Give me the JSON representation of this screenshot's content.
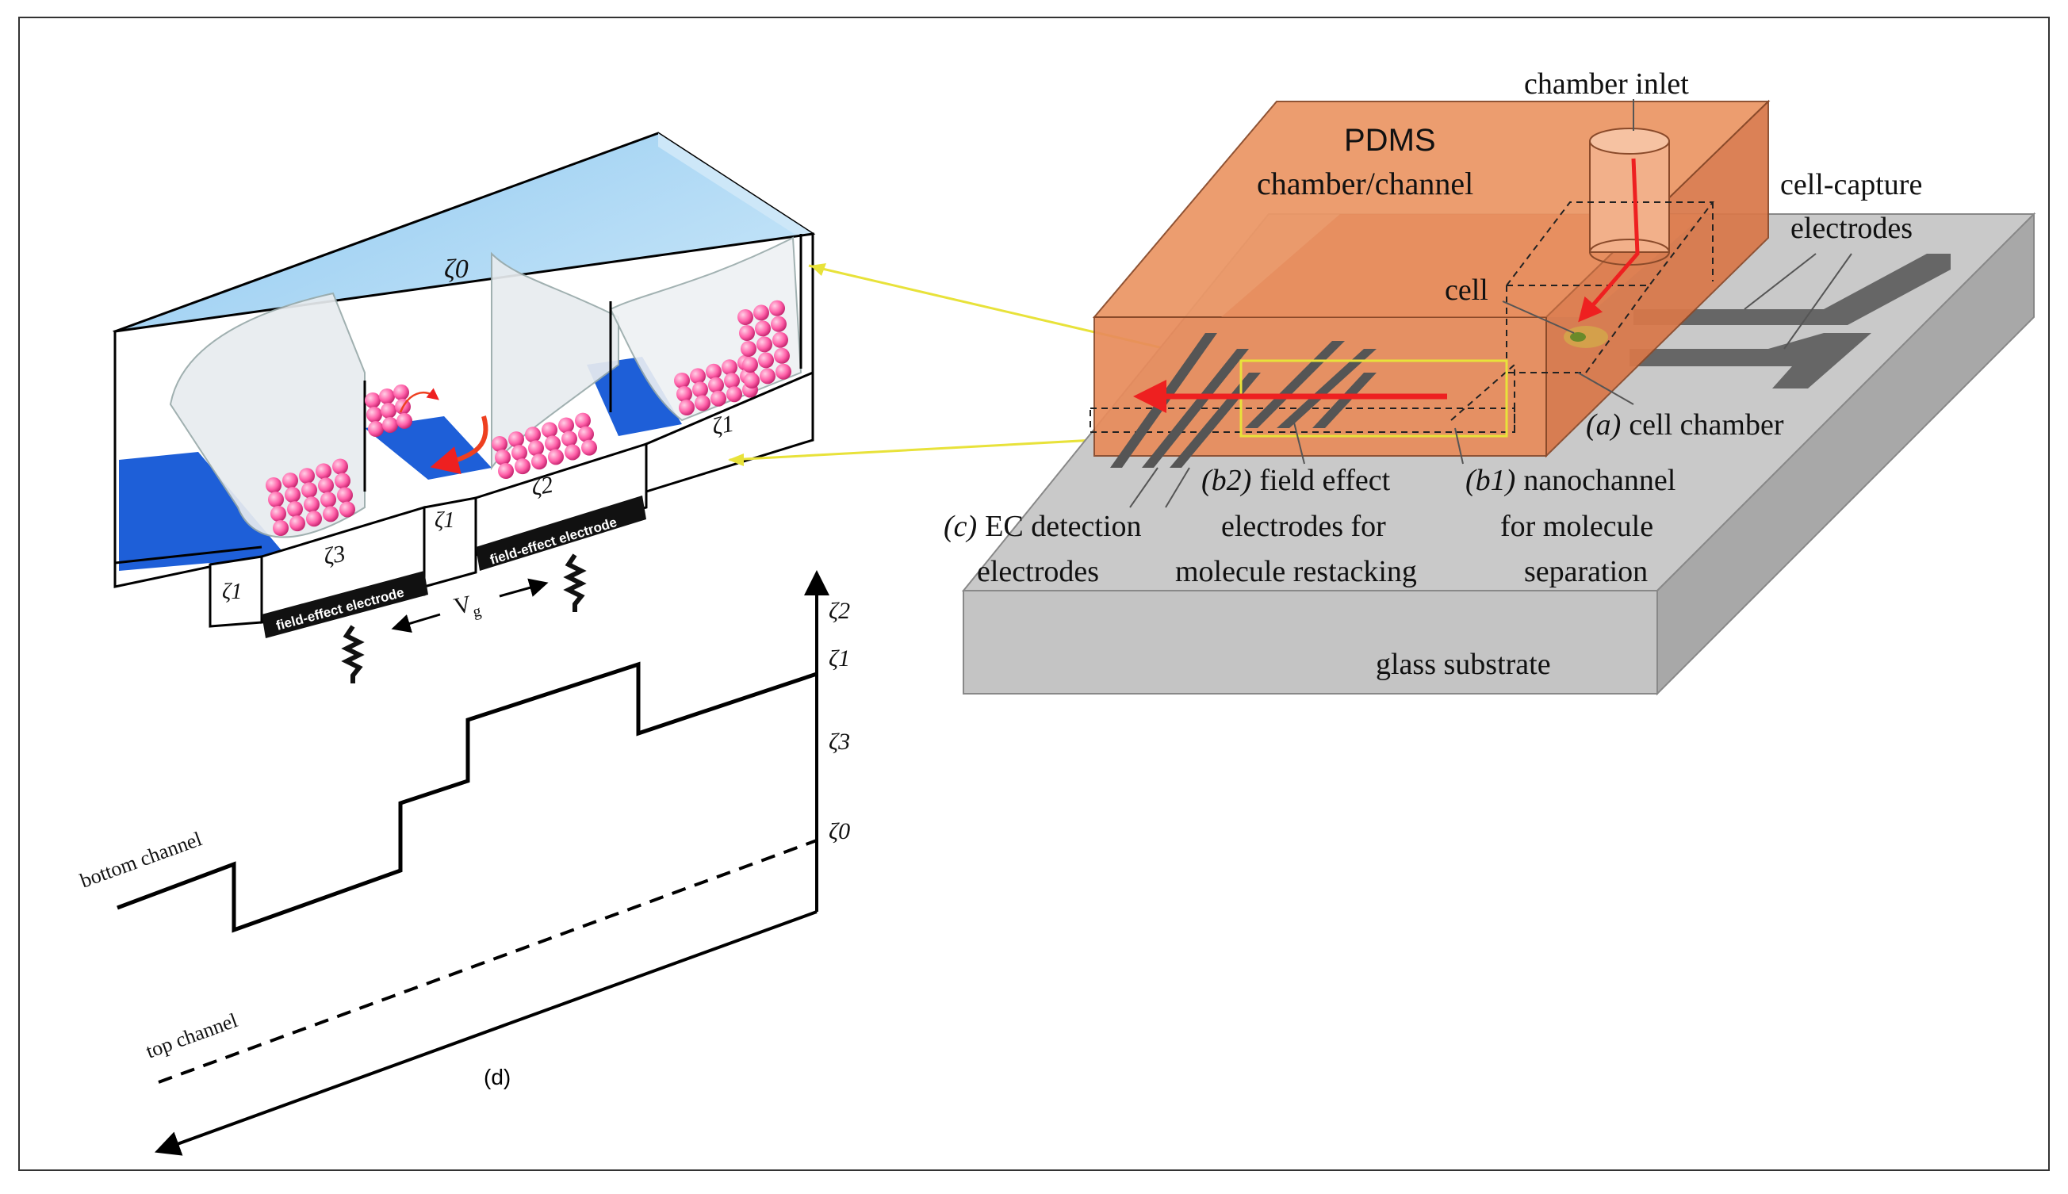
{
  "colors": {
    "pdms": "#e88c5c",
    "pdms_dark": "#c8703f",
    "water": "#a9d5f2",
    "deep_blue": "#1e5fd8",
    "glass": "#c9c9c9",
    "glass_dark": "#a8a8a8",
    "arrow_red": "#ee2020",
    "leader_yellow": "#e8e23a",
    "molecule": "#ff5fa8",
    "electrode": "#6a6a6a"
  },
  "left": {
    "zeta0": "ζ0",
    "zeta1_a": "ζ1",
    "zeta1_b": "ζ1",
    "zeta1_c": "ζ1",
    "zeta2": "ζ2",
    "zeta3": "ζ3",
    "electrode_left": "field-effect electrode",
    "electrode_right": "field-effect electrode",
    "vg_main": "V",
    "vg_sub": "g"
  },
  "plot": {
    "axis_labels": [
      "ζ2",
      "ζ1",
      "ζ3",
      "ζ0"
    ],
    "bottom_channel": "bottom channel",
    "top_channel": "top channel",
    "caption": "(d)"
  },
  "right": {
    "chamber_inlet": "chamber inlet",
    "pdms_line1": "PDMS",
    "pdms_line2": "chamber/channel",
    "cell": "cell",
    "cell_capture_line1": "cell-capture",
    "cell_capture_line2": "electrodes",
    "cell_chamber_tag": "(a)",
    "cell_chamber": "cell chamber",
    "b1_tag": "(b1)",
    "b1_line1": "nanochannel",
    "b1_line2": "for molecule",
    "b1_line3": "separation",
    "b2_tag": "(b2)",
    "b2_line1": "field  effect",
    "b2_line2": "electrodes for",
    "b2_line3": "molecule restacking",
    "c_tag": "(c)",
    "c_line1": "EC detection",
    "c_line2": "electrodes",
    "glass": "glass substrate"
  }
}
